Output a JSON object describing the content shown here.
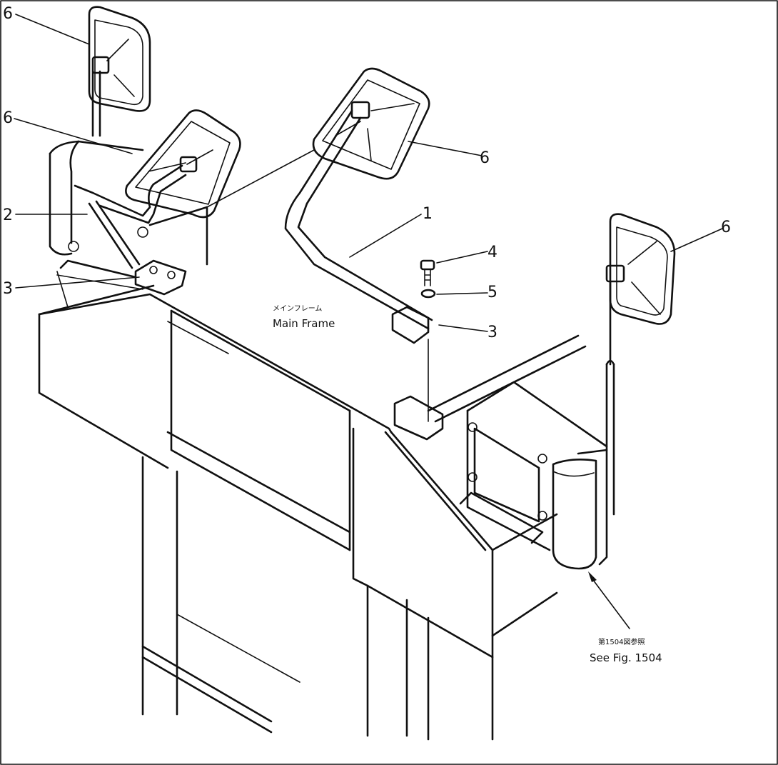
{
  "callouts": [
    "1",
    "2",
    "3",
    "3",
    "4",
    "5",
    "6",
    "6",
    "6",
    "6"
  ],
  "main_frame": {
    "jp": "メインフレーム",
    "en": "Main Frame"
  },
  "see_fig": {
    "jp": "第1504図参照",
    "en": "See Fig. 1504"
  }
}
